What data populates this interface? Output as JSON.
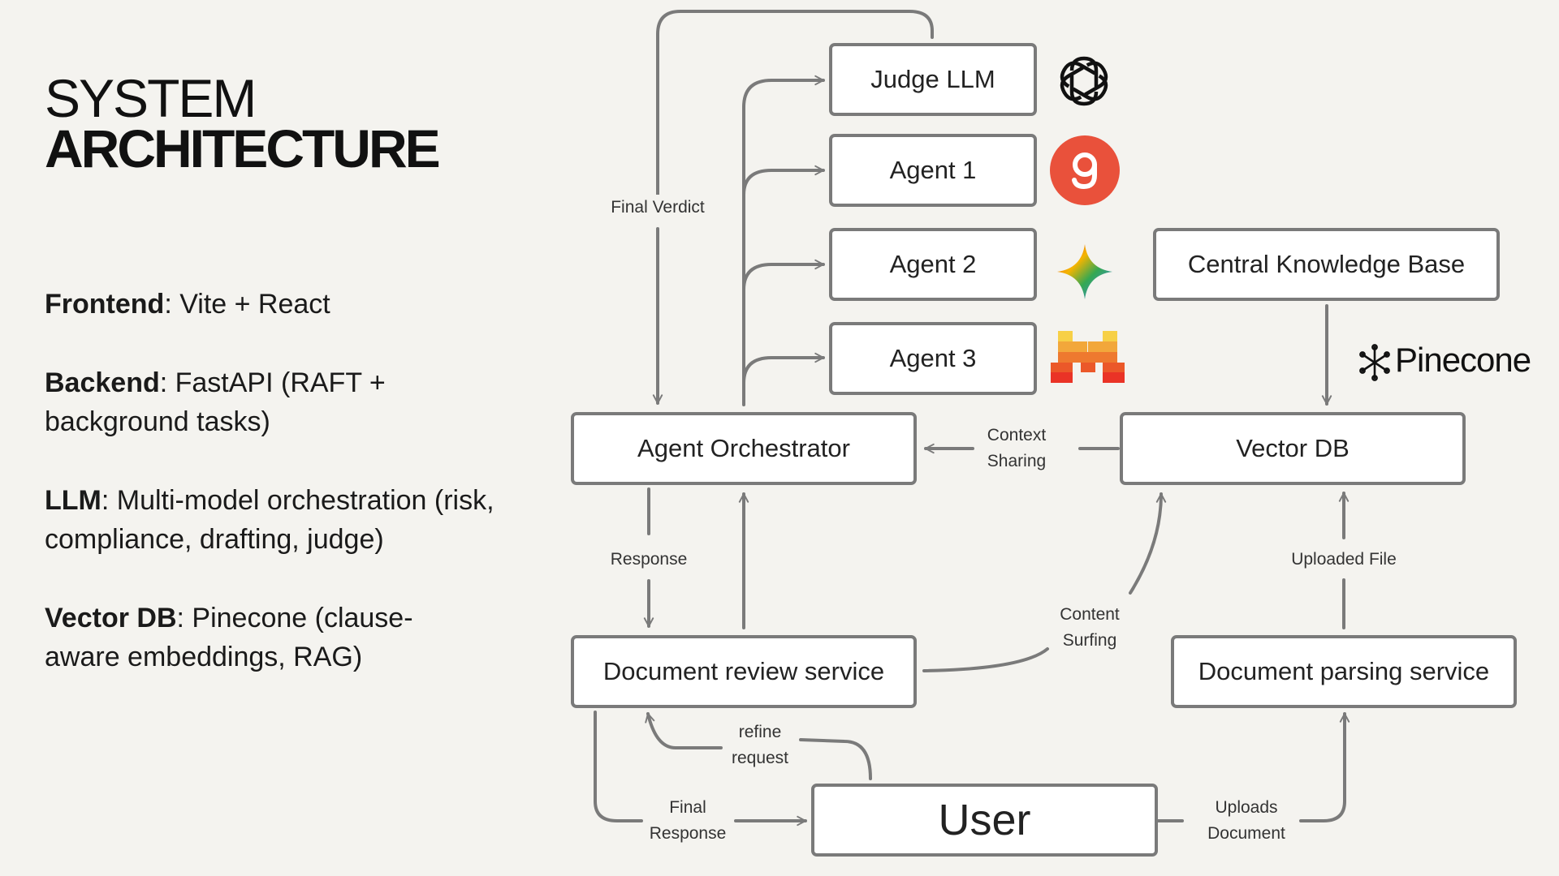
{
  "title": {
    "line1": "SYSTEM",
    "line2": "ARCHITECTURE"
  },
  "stack": [
    {
      "key": "Frontend",
      "value": ": Vite + React"
    },
    {
      "key": "Backend",
      "value": ": FastAPI (RAFT + background tasks)"
    },
    {
      "key": "LLM",
      "value": ": Multi-model orchestration (risk, compliance, drafting, judge)"
    },
    {
      "key": "Vector DB",
      "value": ": Pinecone (clause-aware embeddings, RAG)"
    }
  ],
  "nodes": {
    "judge": "Judge LLM",
    "agent1": "Agent 1",
    "agent2": "Agent 2",
    "agent3": "Agent 3",
    "knowledge_base": "Central Knowledge Base",
    "orchestrator": "Agent Orchestrator",
    "vector_db": "Vector DB",
    "review": "Document review service",
    "parsing": "Document parsing service",
    "user": "User"
  },
  "edge_labels": {
    "final_verdict": "Final Verdict",
    "context_sharing": [
      "Context",
      "Sharing"
    ],
    "response": "Response",
    "uploaded_file": "Uploaded File",
    "content_surfing": [
      "Content",
      "Surfing"
    ],
    "refine_request": [
      "refine",
      "request"
    ],
    "final_response": [
      "Final",
      "Response"
    ],
    "uploads_document": [
      "Uploads",
      "Document"
    ]
  },
  "logos": {
    "pinecone_text": "Pinecone",
    "judge_icon": "openai-logo-icon",
    "agent1_icon": "red-circle-logo-icon",
    "agent2_icon": "gemini-sparkle-icon",
    "agent3_icon": "mistral-logo-icon"
  },
  "colors": {
    "background": "#f4f3ef",
    "edge": "#7a7a7a",
    "agent1_logo": "#e9513b",
    "mistral": [
      "#f7d046",
      "#f2a73b",
      "#ee792f",
      "#eb5829",
      "#ea3326"
    ]
  }
}
